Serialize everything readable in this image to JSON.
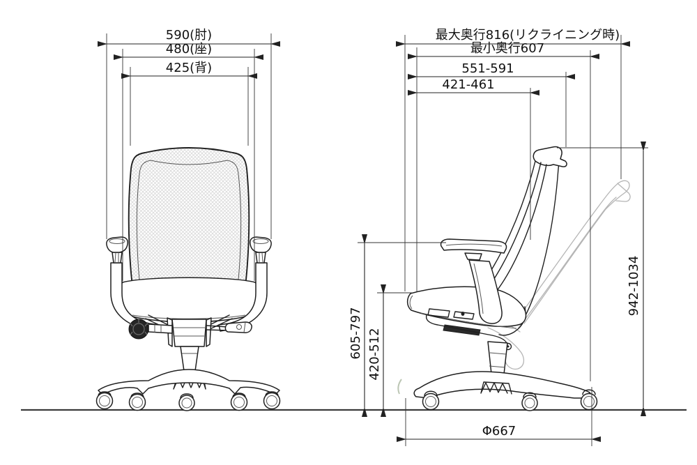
{
  "views": {
    "front": {
      "dims": {
        "elbow_width": "590(肘)",
        "seat_width": "480(座)",
        "back_width": "425(背)"
      }
    },
    "side": {
      "dims": {
        "max_depth": "最大奥行816(リクライニング時)",
        "min_depth": "最小奥行607",
        "backrest_top_depth_range": "551-591",
        "seat_depth_range": "421-461",
        "total_height_range": "942-1034",
        "armrest_height_range": "605-797",
        "seat_height_range": "420-512",
        "base_diameter": "Φ667"
      }
    }
  },
  "colors": {
    "line": "#1f1f1f",
    "dimension_line": "#222222",
    "reclined_ghost": "#b5b5b5",
    "ground": "#3c3c3c",
    "mesh_hatch": "#d8d8d8",
    "stray_mark": "#bcc6b4"
  }
}
